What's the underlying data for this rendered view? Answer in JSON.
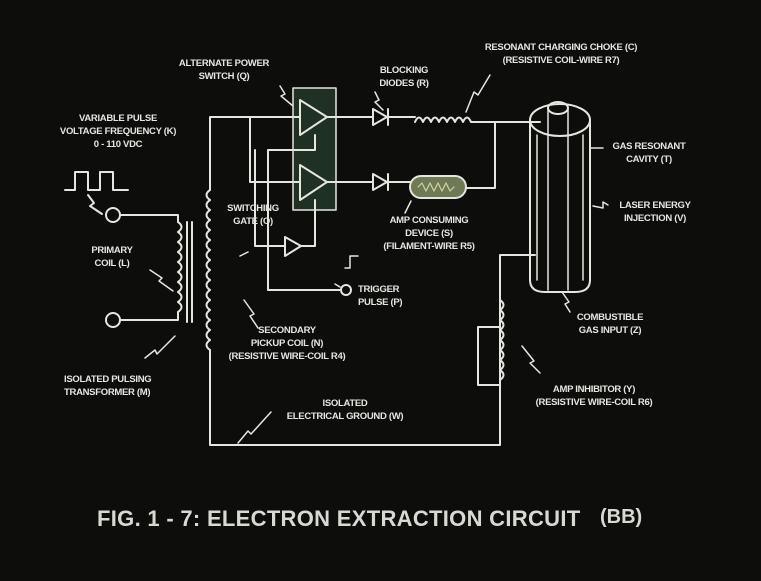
{
  "title": "FIG. 1 - 7: ELECTRON EXTRACTION CIRCUIT",
  "title_suffix": "(BB)",
  "colors": {
    "background": "#0d0d0c",
    "line": "#e6e6e0",
    "switch_box": "#1f3024",
    "amp_device": "#6f7a55"
  },
  "labels": {
    "variable_pulse": [
      "VARIABLE PULSE",
      "VOLTAGE FREQUENCY (K)",
      "0 - 110 VDC"
    ],
    "alternate_power_switch": [
      "ALTERNATE POWER",
      "SWITCH (Q)"
    ],
    "blocking_diodes": [
      "BLOCKING",
      "DIODES (R)"
    ],
    "resonant_choke": [
      "RESONANT CHARGING CHOKE (C)",
      "(RESISTIVE COIL-WIRE R7)"
    ],
    "gas_resonant_cavity": [
      "GAS RESONANT",
      "CAVITY (T)"
    ],
    "laser_energy": [
      "LASER ENERGY",
      "INJECTION (V)"
    ],
    "switching_gate": [
      "SWITCHING",
      "GATE (O)"
    ],
    "amp_consuming": [
      "AMP CONSUMING",
      "DEVICE (S)",
      "(FILAMENT-WIRE R5)"
    ],
    "primary_coil": [
      "PRIMARY",
      "COIL (L)"
    ],
    "trigger_pulse": [
      "TRIGGER",
      "PULSE (P)"
    ],
    "combustible_gas": [
      "COMBUSTIBLE",
      "GAS INPUT (Z)"
    ],
    "secondary_coil": [
      "SECONDARY",
      "PICKUP COIL (N)",
      "(RESISTIVE WIRE-COIL R4)"
    ],
    "isolated_transformer": [
      "ISOLATED PULSING",
      "TRANSFORMER (M)"
    ],
    "isolated_ground": [
      "ISOLATED",
      "ELECTRICAL GROUND (W)"
    ],
    "amp_inhibitor": [
      "AMP INHIBITOR (Y)",
      "(RESISTIVE WIRE-COIL R6)"
    ]
  }
}
